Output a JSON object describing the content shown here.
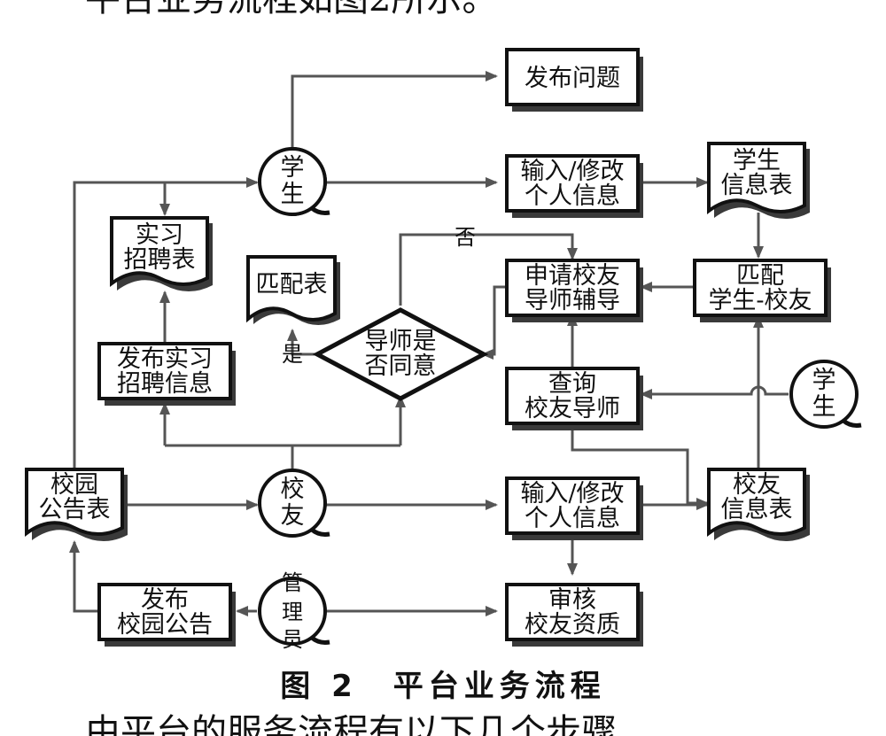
{
  "top_text": "平台业务流程如图2所示。",
  "bottom_text": "由平台的服务流程有以下几个步骤",
  "caption": "图 2　平台业务流程",
  "nodes": {
    "publish_question": [
      "发布问题"
    ],
    "student_top": [
      "学",
      "生"
    ],
    "input_student": [
      "输入/修改",
      "个人信息"
    ],
    "student_table": [
      "学生",
      "信息表"
    ],
    "intern_table": [
      "实习",
      "招聘表"
    ],
    "match_table": [
      "匹配表"
    ],
    "apply_mentor": [
      "申请校友",
      "导师辅导"
    ],
    "match_student": [
      "匹配",
      "学生-校友"
    ],
    "publish_intern": [
      "发布实习",
      "招聘信息"
    ],
    "mentor_decision": [
      "导师是",
      "否同意"
    ],
    "query_mentor": [
      "查询",
      "校友导师"
    ],
    "student_right": [
      "学",
      "生"
    ],
    "campus_table": [
      "校园",
      "公告表"
    ],
    "alumni": [
      "校",
      "友"
    ],
    "input_alumni": [
      "输入/修改",
      "个人信息"
    ],
    "alumni_table": [
      "校友",
      "信息表"
    ],
    "publish_campus": [
      "发布",
      "校园公告"
    ],
    "admin": [
      "管",
      "理",
      "员"
    ],
    "review": [
      "审核",
      "校友资质"
    ]
  },
  "edge_labels": {
    "yes": "是",
    "no": "否"
  }
}
